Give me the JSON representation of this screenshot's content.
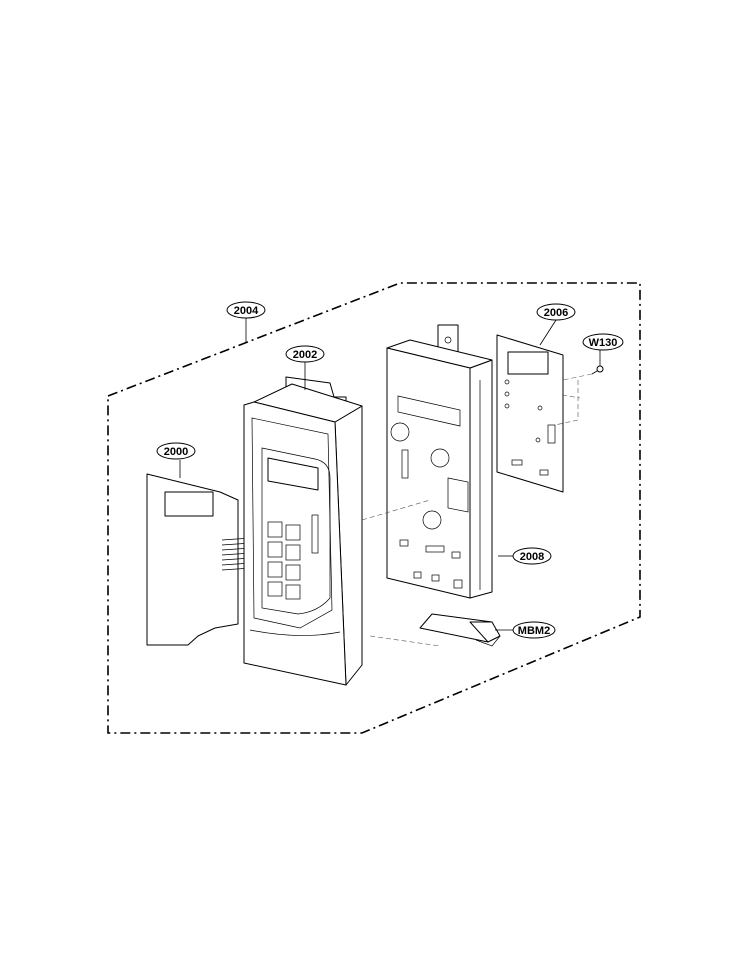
{
  "callouts": {
    "c2004": "2004",
    "c2002": "2002",
    "c2006": "2006",
    "cW130": "W130",
    "c2000": "2000",
    "c2008": "2008",
    "cMBM2": "MBM2"
  },
  "colors": {
    "line": "#000000",
    "background": "#ffffff"
  }
}
